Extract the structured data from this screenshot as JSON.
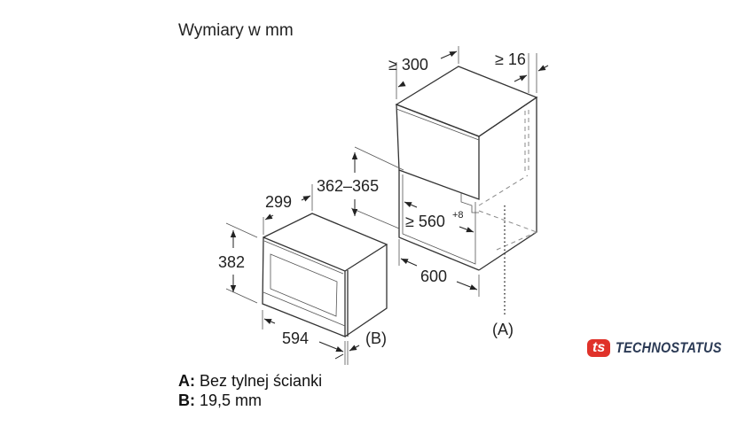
{
  "title": "Wymiary w mm",
  "dimensions": {
    "cabinet_depth_min": "≥ 300",
    "cabinet_side_min": "≥ 16",
    "niche_height": "362–365",
    "niche_width_min": "≥ 560",
    "niche_width_tolerance": "+8",
    "cabinet_width": "600",
    "appliance_depth": "299",
    "appliance_height": "382",
    "appliance_width": "594",
    "marker_b": "(B)",
    "marker_a": "(A)"
  },
  "legend": [
    {
      "key": "A:",
      "text": "Bez tylnej ścianki"
    },
    {
      "key": "B:",
      "text": "19,5 mm"
    }
  ],
  "logo": {
    "mark": "ts",
    "name": "TECHNOSTATUS",
    "color": "#e0322a"
  }
}
